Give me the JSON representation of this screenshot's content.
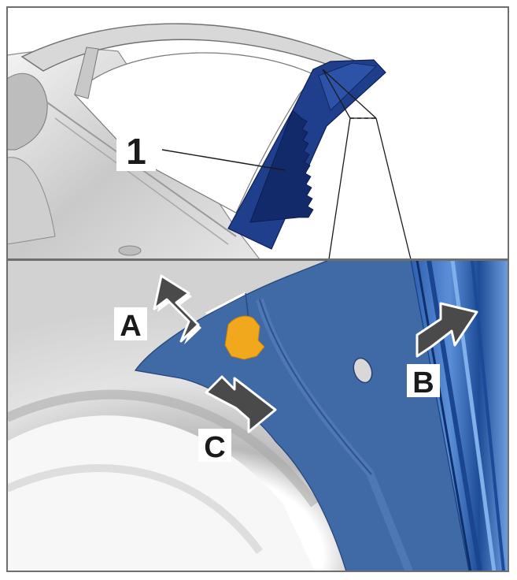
{
  "labels": {
    "part_number": "1",
    "arrow_a": "A",
    "arrow_b": "B",
    "arrow_c": "C"
  },
  "colors": {
    "part_blue": "#1f3f8c",
    "part_blue_dark": "#12296a",
    "detail_blue": "#3f6aa6",
    "clip_orange": "#f2a81d",
    "arrow_gray": "#4a4a4a",
    "body_gray": "#d4d4d4",
    "frame": "#6e6e6e"
  }
}
